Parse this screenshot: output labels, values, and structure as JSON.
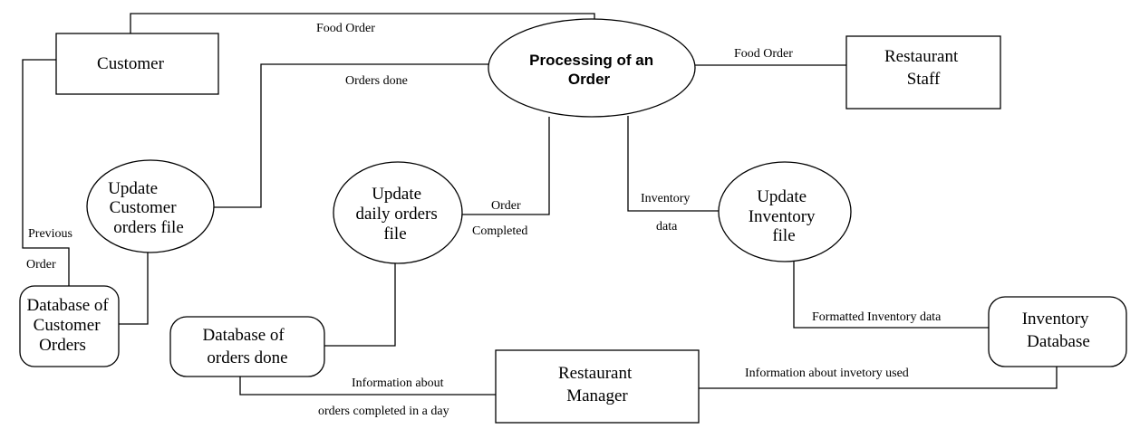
{
  "entities": {
    "customer": [
      "Customer"
    ],
    "restaurant_staff": [
      "Restaurant",
      "Staff"
    ],
    "restaurant_manager": [
      "Restaurant",
      "Manager"
    ]
  },
  "processes": {
    "processing_order": [
      "Processing of an",
      "Order"
    ],
    "update_customer_orders": [
      "Update",
      "Customer",
      "orders  file"
    ],
    "update_daily_orders": [
      "Update",
      "daily orders",
      "file"
    ],
    "update_inventory": [
      "Update",
      "Inventory",
      "file"
    ]
  },
  "stores": {
    "customer_orders_db": [
      "Database  of",
      "Customer",
      "Orders"
    ],
    "orders_done_db": [
      "Database of",
      "orders done"
    ],
    "inventory_db": [
      "Inventory",
      "Database"
    ]
  },
  "flows": {
    "food_order_top": "Food Order",
    "food_order_staff": "Food Order",
    "orders_done": "Orders done",
    "order_completed_1": "Order",
    "order_completed_2": "Completed",
    "inventory_data_1": "Inventory",
    "inventory_data_2": "data",
    "previous_order_1": "Previous",
    "previous_order_2": "Order",
    "formatted_inventory": "Formatted Inventory data",
    "info_orders_1": "Information about",
    "info_orders_2": "orders completed in a day",
    "info_inventory": "Information about invetory used"
  }
}
